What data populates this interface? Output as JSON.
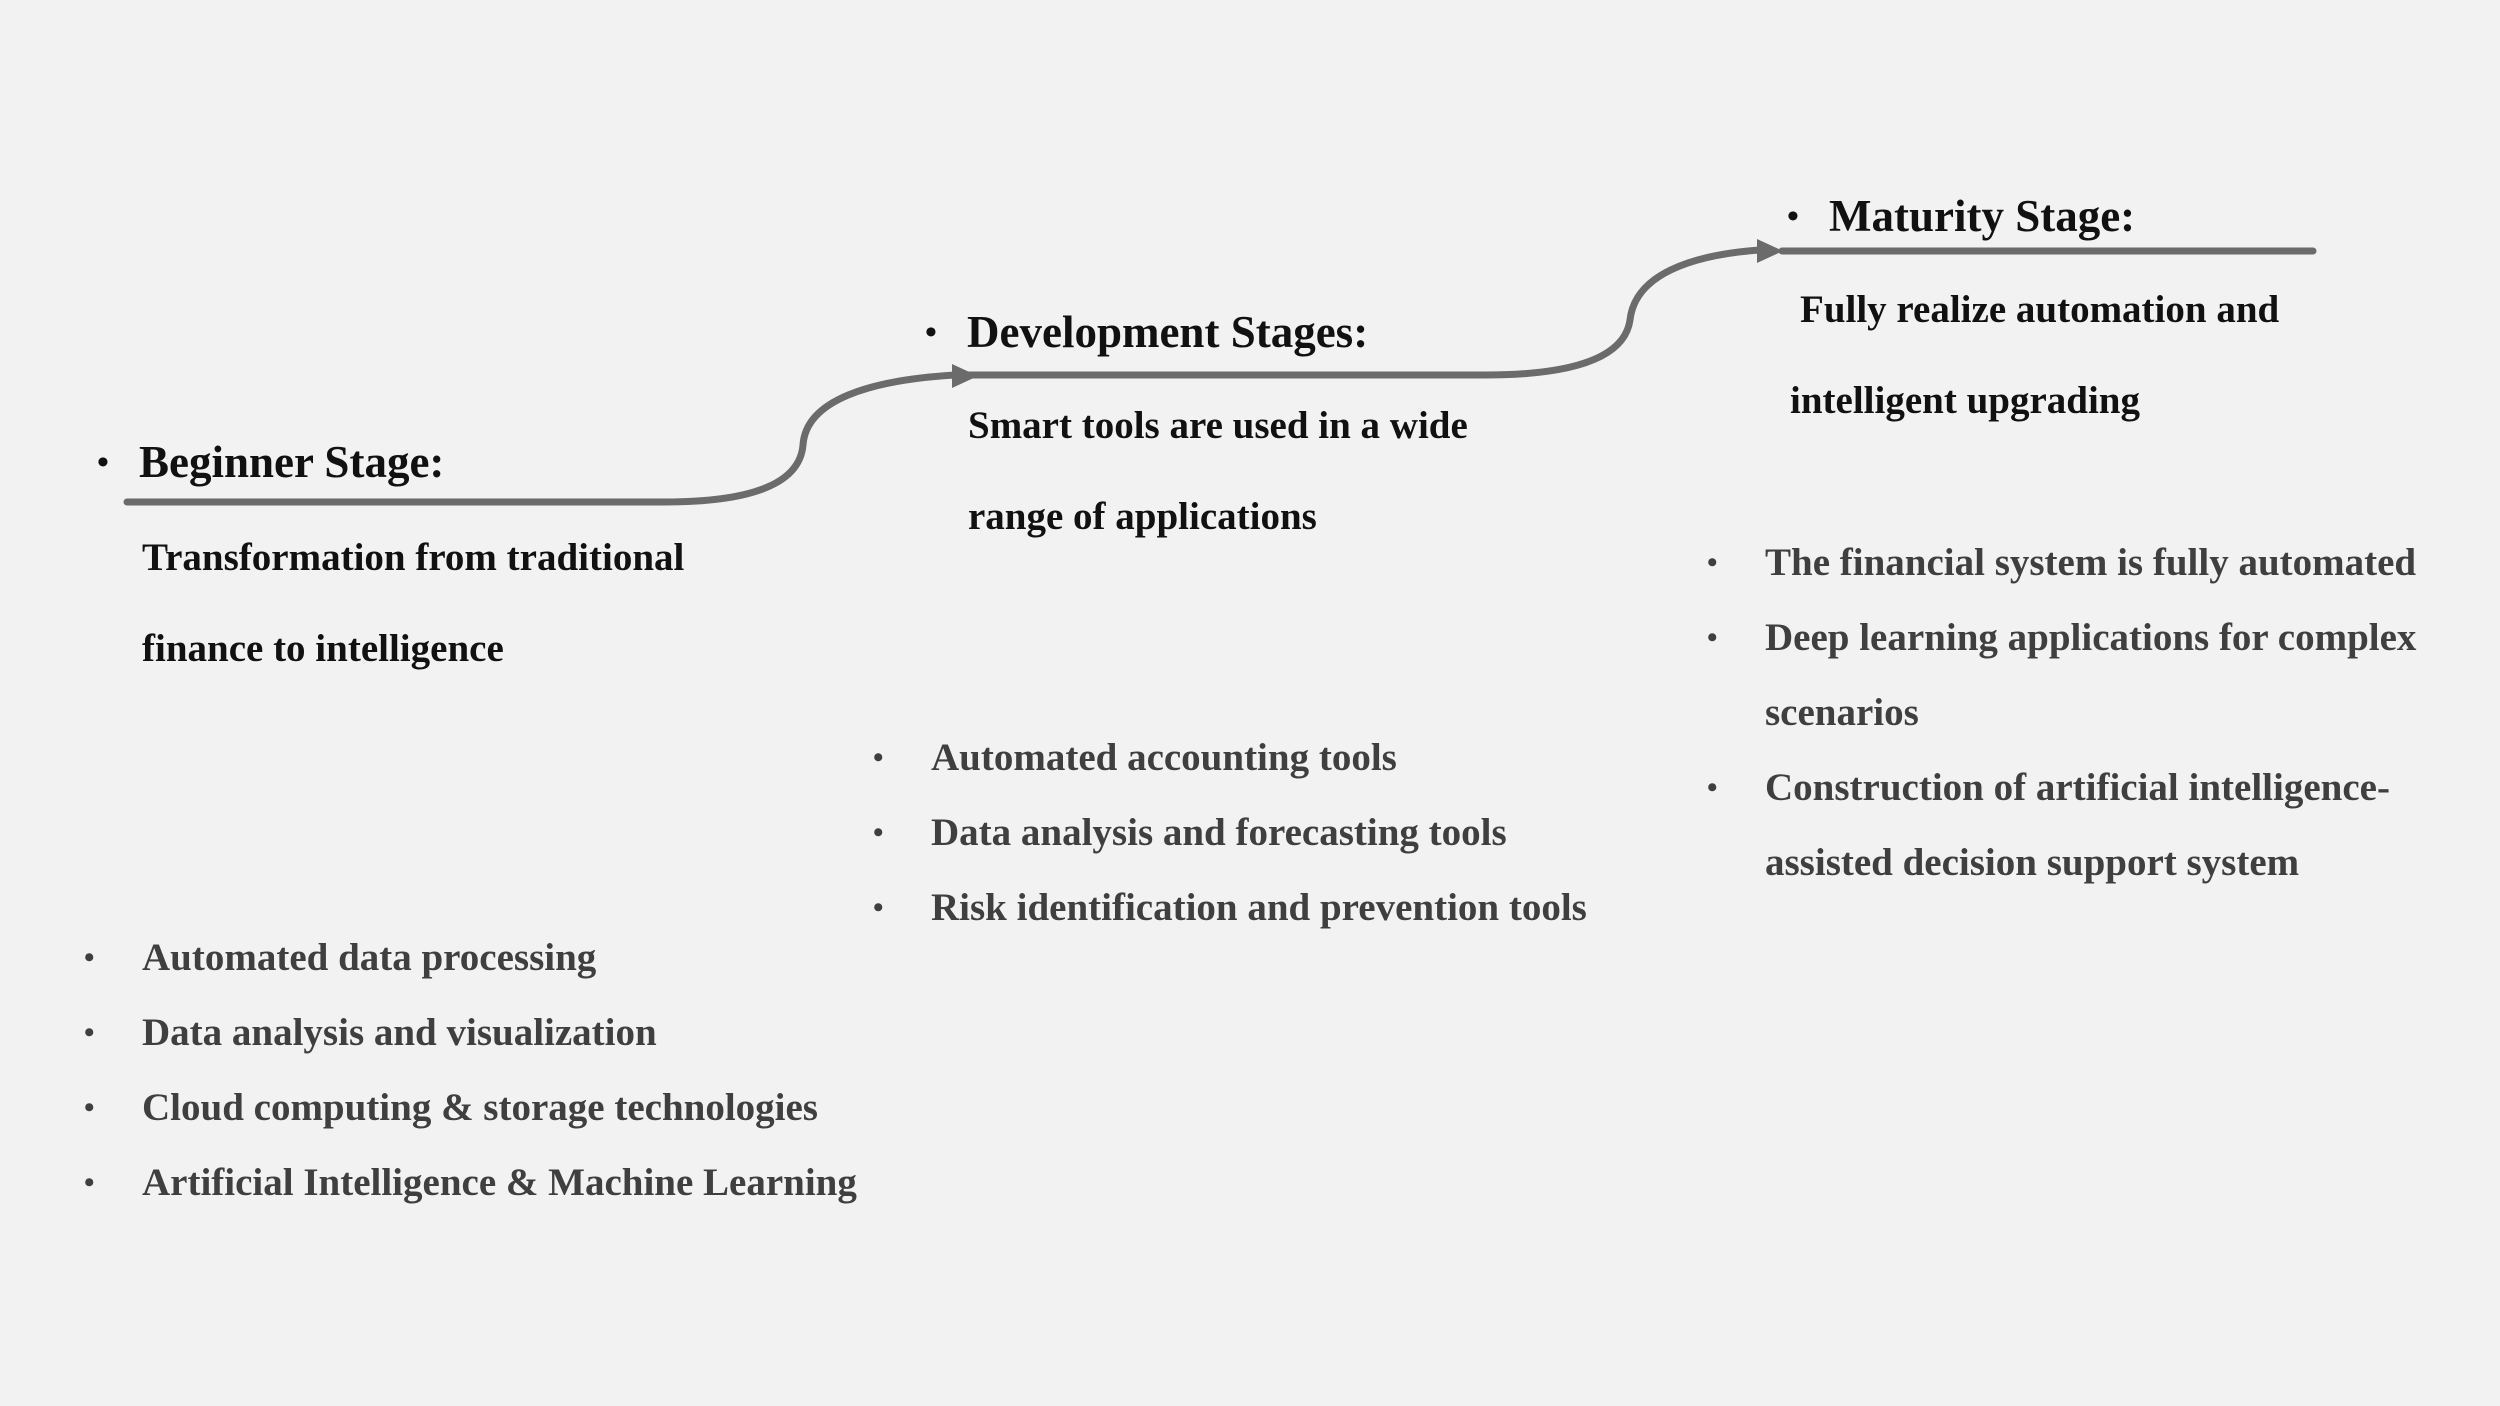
{
  "colors": {
    "background": "#f2f2f2",
    "connector": "#6b6b6b",
    "heading_text": "#111111",
    "bullet_text": "#3f3f3f"
  },
  "stages": [
    {
      "title": "Beginner Stage:",
      "desc_lines": [
        "Transformation from traditional",
        "finance to intelligence"
      ],
      "items": [
        "Automated data processing",
        "Data analysis and visualization",
        "Cloud computing & storage technologies",
        "Artificial Intelligence & Machine Learning"
      ]
    },
    {
      "title": "Development Stages:",
      "desc_lines": [
        "Smart tools are used in a wide",
        "range of applications"
      ],
      "items": [
        "Automated accounting tools",
        "Data analysis and forecasting tools",
        "Risk identification and prevention tools"
      ]
    },
    {
      "title": "Maturity Stage:",
      "desc_lines": [
        "Fully realize automation and",
        "intelligent upgrading"
      ],
      "items": [
        "The financial system is fully automated",
        "Deep learning applications for complex",
        "scenarios",
        "Construction of artificial intelligence-",
        "assisted decision support system"
      ]
    }
  ]
}
